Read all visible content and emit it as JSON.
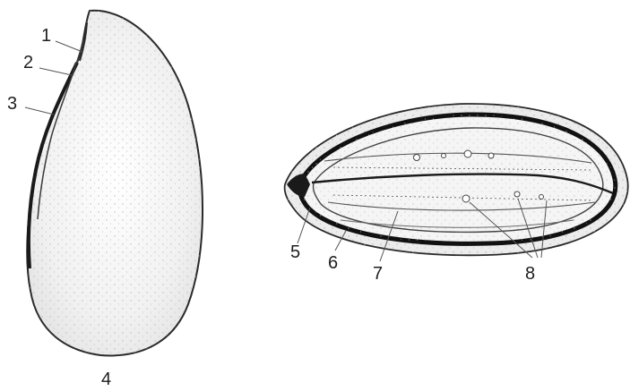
{
  "labels": {
    "l1": "1",
    "l2": "2",
    "l3": "3",
    "l4": "4",
    "l5": "5",
    "l6": "6",
    "l7": "7",
    "l8": "8"
  },
  "colors": {
    "outline": "#1f1f1f",
    "fill": "#f1f1f1",
    "stipple": "#bdbdbd",
    "text": "#1e1e1e"
  }
}
